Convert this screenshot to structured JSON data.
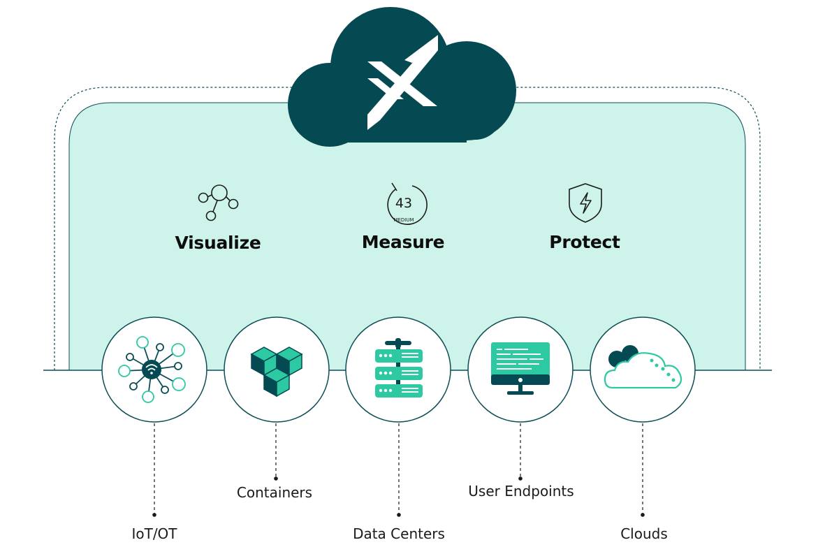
{
  "colors": {
    "panel_fill": "#cdf3ea",
    "dark_teal": "#054a52",
    "accent_green": "#2cc9a3",
    "outline": "#0b4d55"
  },
  "cloud": {
    "logo_icon": "x-logo-icon"
  },
  "pillars": [
    {
      "label": "Visualize",
      "icon": "network-nodes-icon"
    },
    {
      "label": "Measure",
      "icon": "risk-gauge-icon",
      "gauge_value": "43",
      "gauge_level": "MEDIUM"
    },
    {
      "label": "Protect",
      "icon": "shield-bolt-icon"
    }
  ],
  "sources": [
    {
      "label": "IoT/OT",
      "icon": "iot-hub-icon"
    },
    {
      "label": "Containers",
      "icon": "container-cubes-icon"
    },
    {
      "label": "Data Centers",
      "icon": "server-rack-icon"
    },
    {
      "label": "User Endpoints",
      "icon": "monitor-icon"
    },
    {
      "label": "Clouds",
      "icon": "cloud-icon"
    }
  ]
}
